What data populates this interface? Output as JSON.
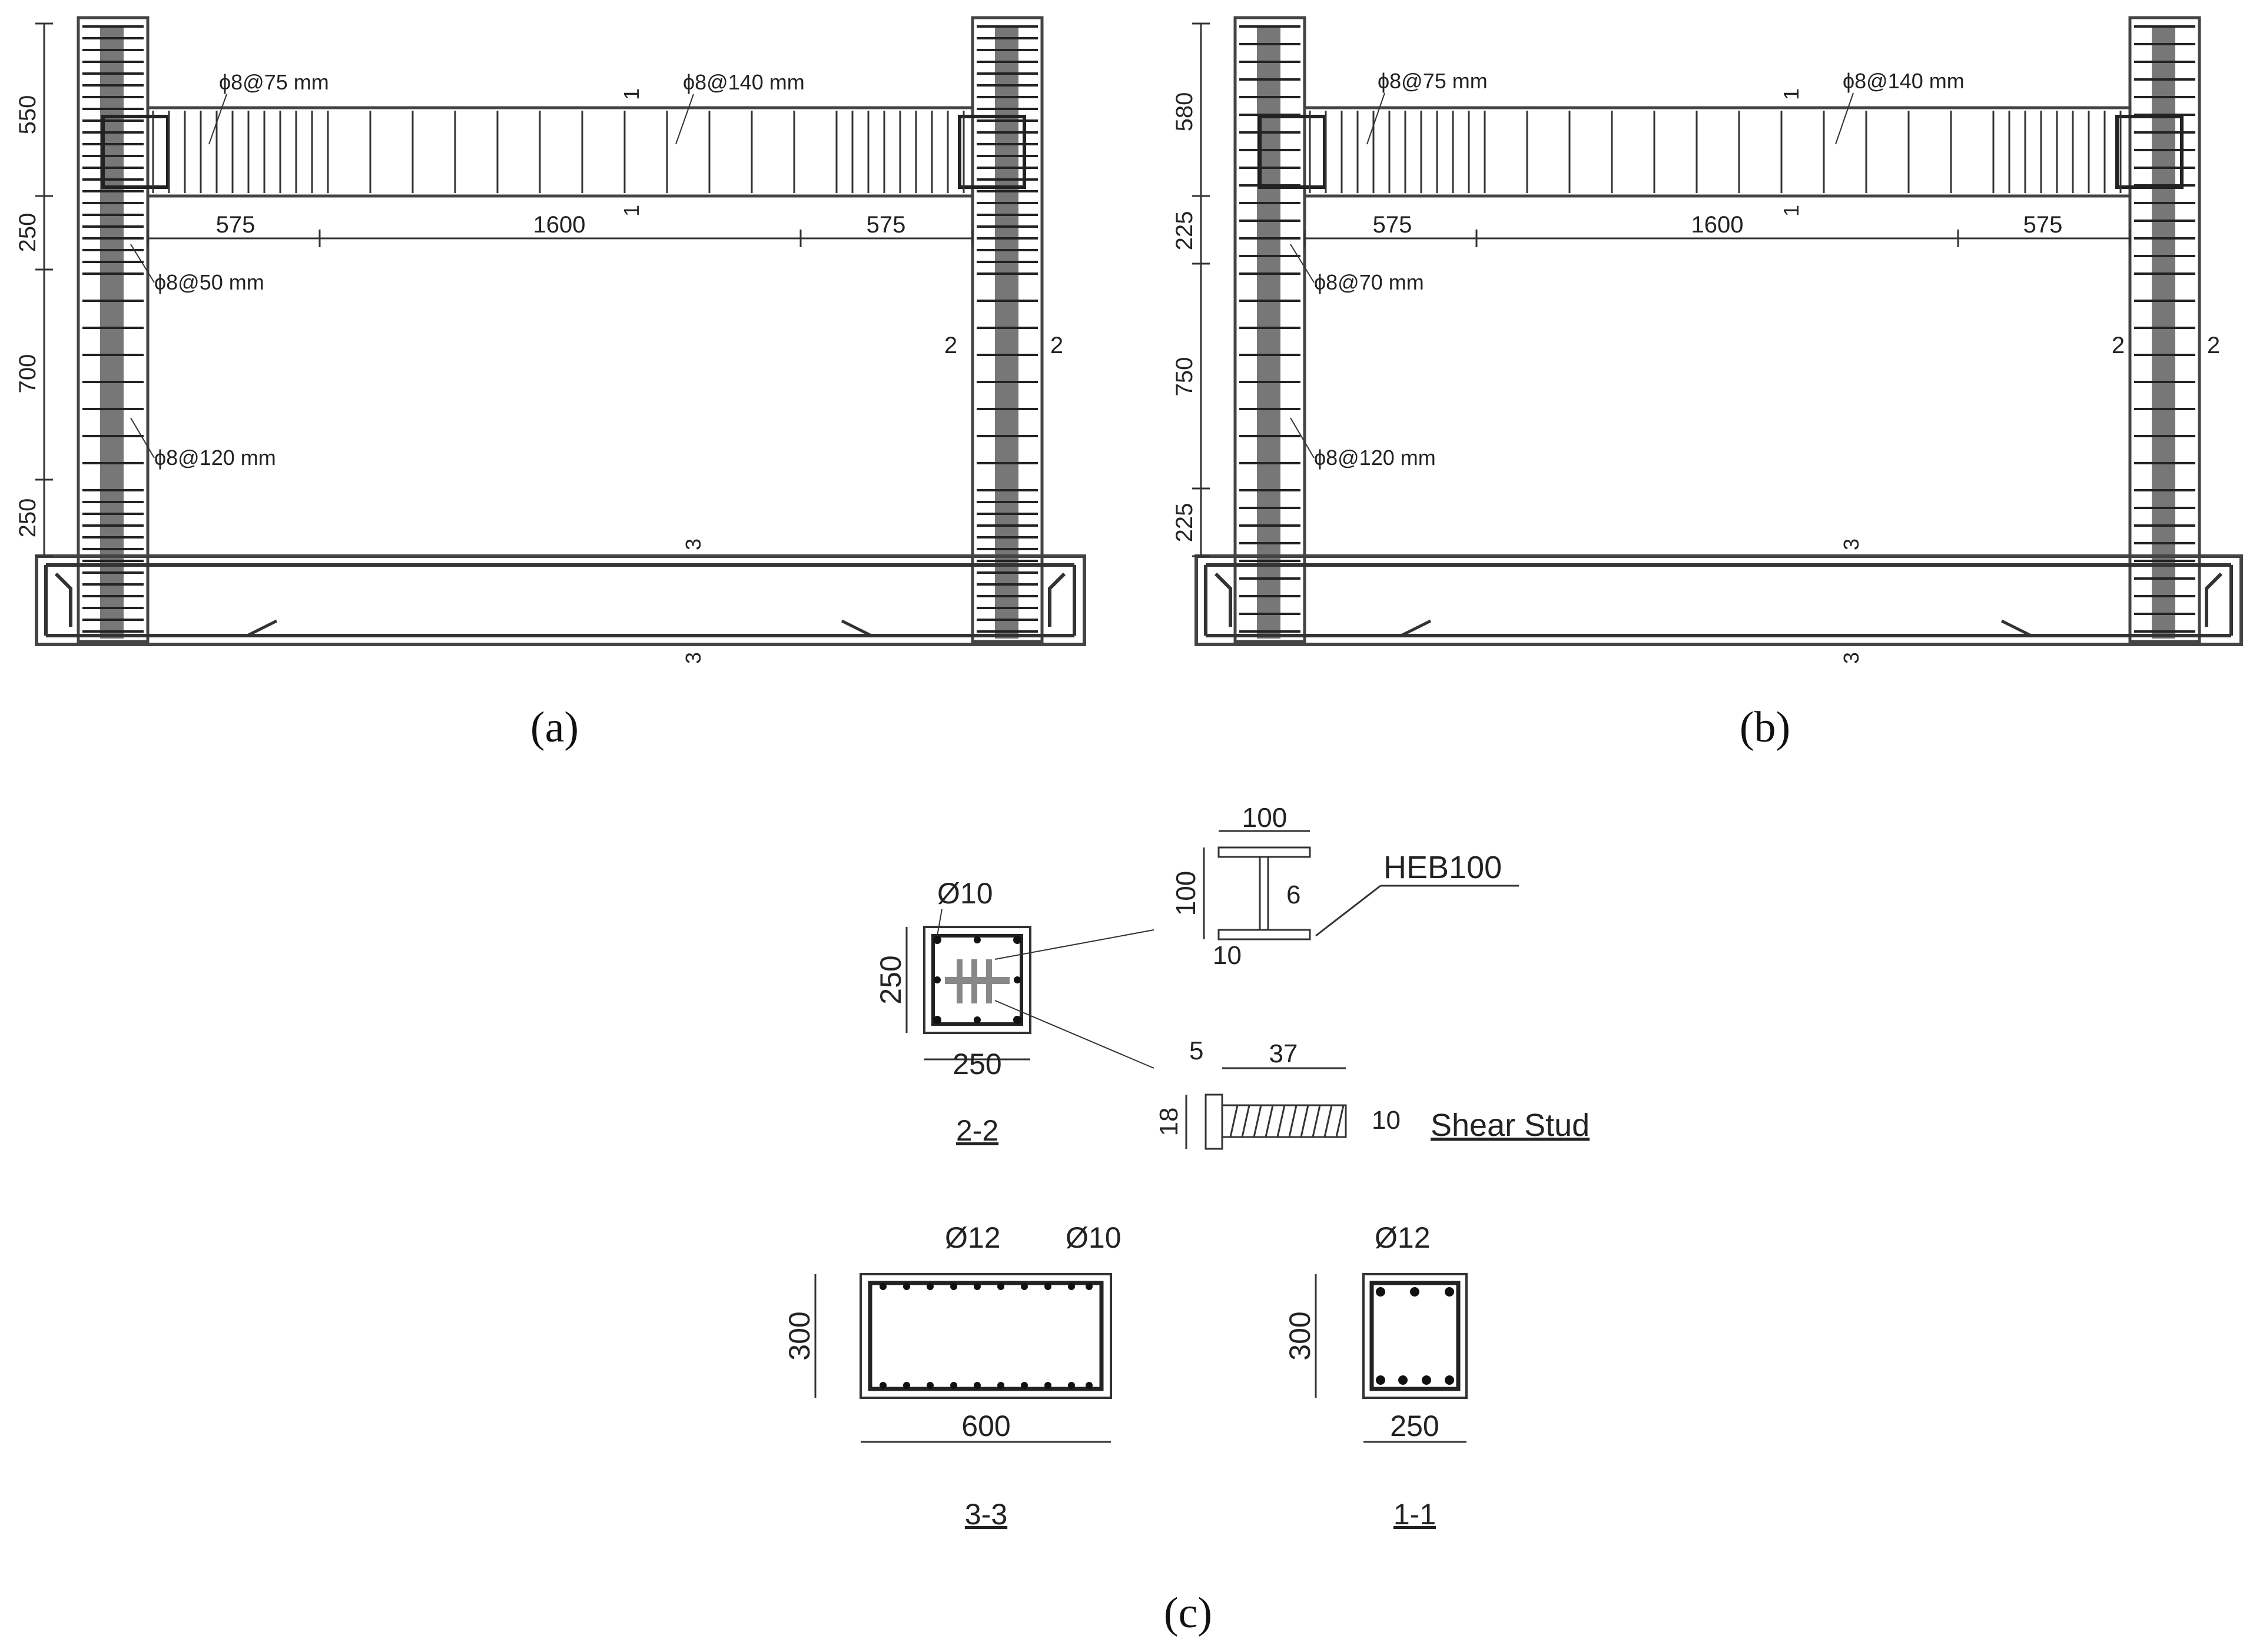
{
  "captions": {
    "a": "(a)",
    "b": "(b)",
    "c": "(c)"
  },
  "frame_a": {
    "beam_stirrup_end": "ϕ8@75 mm",
    "beam_stirrup_mid": "ϕ8@140 mm",
    "col_stirrup_dense": "ϕ8@50 mm",
    "col_stirrup_normal": "ϕ8@120 mm",
    "col_dims": [
      "550",
      "250",
      "700",
      "250"
    ],
    "beam_dims": [
      "575",
      "1600",
      "575"
    ],
    "section_marks": {
      "beam": "1",
      "column": "2",
      "foundation": "3"
    }
  },
  "frame_b": {
    "beam_stirrup_end": "ϕ8@75 mm",
    "beam_stirrup_mid": "ϕ8@140 mm",
    "col_stirrup_dense": "ϕ8@70 mm",
    "col_stirrup_normal": "ϕ8@120 mm",
    "col_dims": [
      "580",
      "225",
      "750",
      "225"
    ],
    "beam_dims": [
      "575",
      "1600",
      "575"
    ],
    "section_marks": {
      "beam": "1",
      "column": "2",
      "foundation": "3"
    }
  },
  "details": {
    "sec22": {
      "label": "2-2",
      "bar": "Ø10",
      "width": "250",
      "height": "250"
    },
    "heb": {
      "label": "HEB100",
      "width": "100",
      "height": "100",
      "web": "6",
      "flange": "10"
    },
    "stud": {
      "label": "Shear Stud",
      "head": "5",
      "length": "37",
      "head_dia": "18",
      "shank_dia": "10"
    },
    "sec33": {
      "label": "3-3",
      "bar_main": "Ø12",
      "bar_side": "Ø10",
      "width": "600",
      "height": "300"
    },
    "sec11": {
      "label": "1-1",
      "bar": "Ø12",
      "width": "250",
      "height": "300"
    }
  }
}
